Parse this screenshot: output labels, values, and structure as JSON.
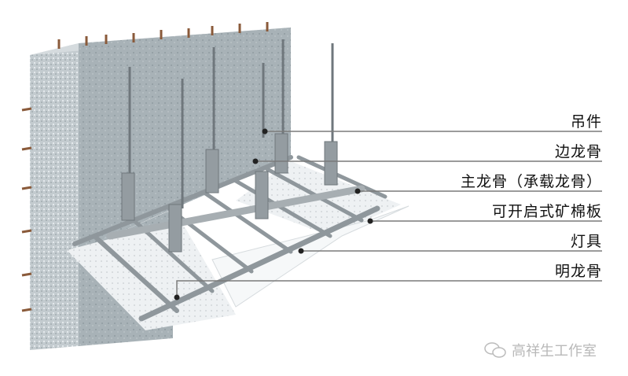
{
  "diagram": {
    "labels": [
      {
        "id": "hanger",
        "text": "吊件"
      },
      {
        "id": "edge-keel",
        "text": "边龙骨"
      },
      {
        "id": "main-keel",
        "text": "主龙骨（承载龙骨）"
      },
      {
        "id": "mineral-board",
        "text": "可开启式矿棉板"
      },
      {
        "id": "light-fixture",
        "text": "灯具"
      },
      {
        "id": "exposed-keel",
        "text": "明龙骨"
      }
    ],
    "colors": {
      "wall": "#a9b3b8",
      "steel": "#9aa1a6",
      "board": "#eef1f3",
      "line": "#7a7a7a"
    }
  },
  "watermark": {
    "icon": "wechat-icon",
    "text": "高祥生工作室"
  }
}
